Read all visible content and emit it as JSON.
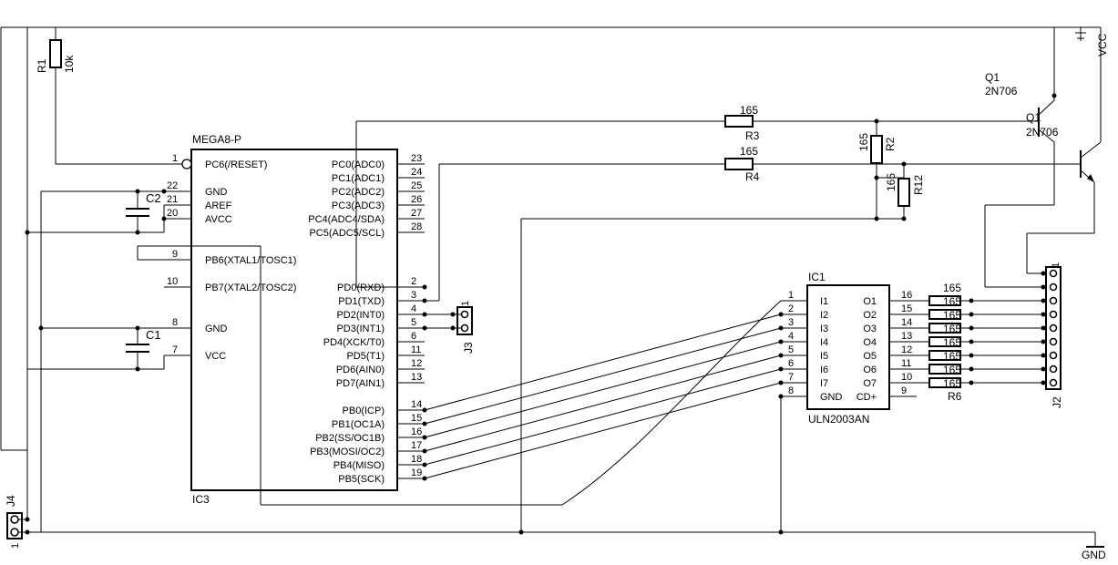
{
  "ic3": {
    "name": "IC3",
    "value": "MEGA8-P",
    "left_pins": [
      {
        "num": "1",
        "name": "PC6(/RESET)"
      },
      {
        "num": "22",
        "name": "GND"
      },
      {
        "num": "21",
        "name": "AREF"
      },
      {
        "num": "20",
        "name": "AVCC"
      },
      {
        "num": "9",
        "name": "PB6(XTAL1/TOSC1)"
      },
      {
        "num": "10",
        "name": "PB7(XTAL2/TOSC2)"
      },
      {
        "num": "8",
        "name": "GND"
      },
      {
        "num": "7",
        "name": "VCC"
      }
    ],
    "right_pins": [
      {
        "num": "23",
        "name": "PC0(ADC0)"
      },
      {
        "num": "24",
        "name": "PC1(ADC1)"
      },
      {
        "num": "25",
        "name": "PC2(ADC2)"
      },
      {
        "num": "26",
        "name": "PC3(ADC3)"
      },
      {
        "num": "27",
        "name": "PC4(ADC4/SDA)"
      },
      {
        "num": "28",
        "name": "PC5(ADC5/SCL)"
      },
      {
        "num": "2",
        "name": "PD0(RXD)"
      },
      {
        "num": "3",
        "name": "PD1(TXD)"
      },
      {
        "num": "4",
        "name": "PD2(INT0)"
      },
      {
        "num": "5",
        "name": "PD3(INT1)"
      },
      {
        "num": "6",
        "name": "PD4(XCK/T0)"
      },
      {
        "num": "11",
        "name": "PD5(T1)"
      },
      {
        "num": "12",
        "name": "PD6(AIN0)"
      },
      {
        "num": "13",
        "name": "PD7(AIN1)"
      },
      {
        "num": "14",
        "name": "PB0(ICP)"
      },
      {
        "num": "15",
        "name": "PB1(OC1A)"
      },
      {
        "num": "16",
        "name": "PB2(SS/OC1B)"
      },
      {
        "num": "17",
        "name": "PB3(MOSI/OC2)"
      },
      {
        "num": "18",
        "name": "PB4(MISO)"
      },
      {
        "num": "19",
        "name": "PB5(SCK)"
      }
    ]
  },
  "ic1": {
    "name": "IC1",
    "value": "ULN2003AN",
    "left_pins": [
      {
        "num": "1",
        "name": "I1"
      },
      {
        "num": "2",
        "name": "I2"
      },
      {
        "num": "3",
        "name": "I3"
      },
      {
        "num": "4",
        "name": "I4"
      },
      {
        "num": "5",
        "name": "I5"
      },
      {
        "num": "6",
        "name": "I6"
      },
      {
        "num": "7",
        "name": "I7"
      },
      {
        "num": "8",
        "name": "GND"
      }
    ],
    "right_pins": [
      {
        "num": "16",
        "name": "O1"
      },
      {
        "num": "15",
        "name": "O2"
      },
      {
        "num": "14",
        "name": "O3"
      },
      {
        "num": "13",
        "name": "O4"
      },
      {
        "num": "12",
        "name": "O5"
      },
      {
        "num": "11",
        "name": "O6"
      },
      {
        "num": "10",
        "name": "O7"
      },
      {
        "num": "9",
        "name": "CD+"
      }
    ]
  },
  "resistors": {
    "r1": {
      "name": "R1",
      "value": "10k"
    },
    "r2": {
      "name": "R2",
      "value": "165"
    },
    "r3": {
      "name": "R3",
      "value": "165"
    },
    "r4": {
      "name": "R4",
      "value": "165"
    },
    "r12": {
      "name": "R12",
      "value": "165"
    },
    "r6": {
      "name": "R6",
      "value": "165"
    }
  },
  "capacitors": {
    "c1": {
      "name": "C1"
    },
    "c2": {
      "name": "C2"
    }
  },
  "transistors": {
    "q1": {
      "name": "Q1",
      "value": "2N706"
    },
    "q1b_label": "Q1",
    "q1b_value": "2N706"
  },
  "connectors": {
    "j2": {
      "name": "J2",
      "pin1": "1"
    },
    "j3": {
      "name": "J3",
      "pin1": "1"
    },
    "j4": {
      "name": "J4",
      "pin1": "1"
    }
  },
  "power": {
    "vcc": "VCC",
    "gnd": "GND"
  }
}
